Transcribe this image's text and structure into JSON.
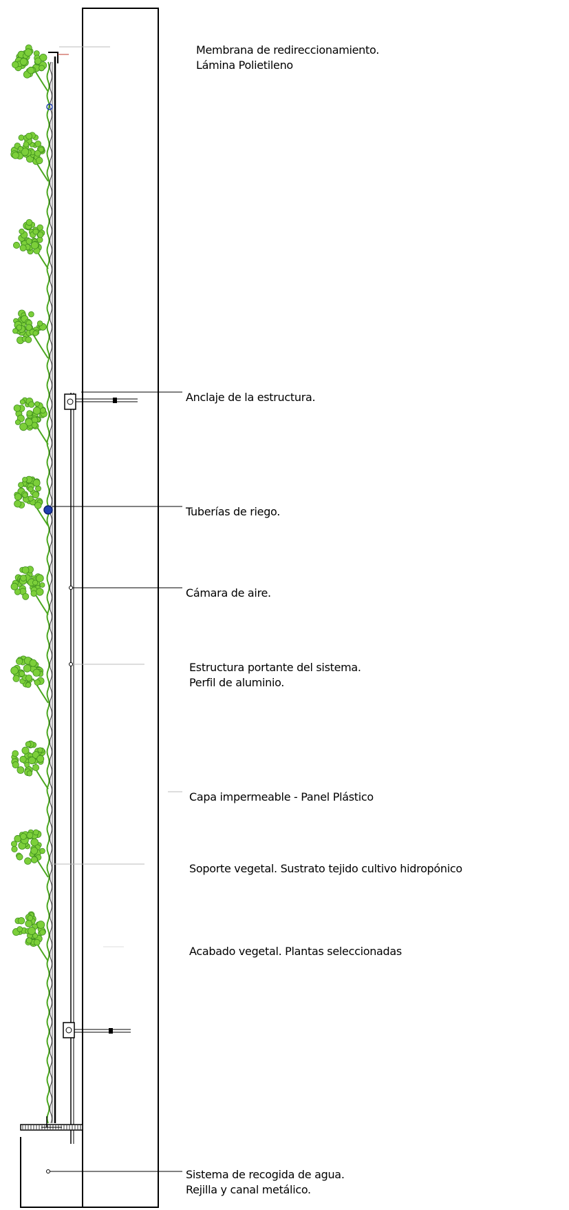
{
  "colors": {
    "foliage": "#7ccf3a",
    "foliage_dark": "#3f8f1e",
    "stem": "#4aa61e",
    "line": "#000000",
    "leader": "#9a9a9a",
    "pipe": "#1f3fae"
  },
  "labels": [
    {
      "id": "membrana",
      "lines": [
        "Membrana de redireccionamiento.",
        "Lámina Polietileno"
      ]
    },
    {
      "id": "anclaje",
      "lines": [
        "Anclaje de la estructura."
      ]
    },
    {
      "id": "tuberias",
      "lines": [
        "Tuberías de riego."
      ]
    },
    {
      "id": "camara",
      "lines": [
        "Cámara de aire."
      ]
    },
    {
      "id": "estructura",
      "lines": [
        "Estructura portante del sistema.",
        "Perfil de aluminio."
      ]
    },
    {
      "id": "capa",
      "lines": [
        "Capa impermeable - Panel Plástico"
      ]
    },
    {
      "id": "soporte",
      "lines": [
        "Soporte vegetal. Sustrato tejido cultivo hidropónico"
      ]
    },
    {
      "id": "acabado",
      "lines": [
        "Acabado vegetal. Plantas seleccionadas"
      ]
    },
    {
      "id": "recogida",
      "lines": [
        "Sistema de recogida de agua.",
        "Rejilla y canal metálico."
      ]
    }
  ]
}
